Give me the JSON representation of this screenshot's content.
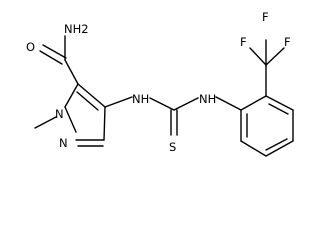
{
  "molecule": {
    "atoms": {
      "amide_nh2": "NH2",
      "amide_o": "O",
      "ring_n1": "N",
      "ring_n2": "N",
      "thiourea_nh_left": "NH",
      "thiourea_nh_right": "NH",
      "thiourea_s": "S",
      "cf3_f_left": "F",
      "cf3_f_top": "F",
      "cf3_f_right": "F"
    }
  }
}
